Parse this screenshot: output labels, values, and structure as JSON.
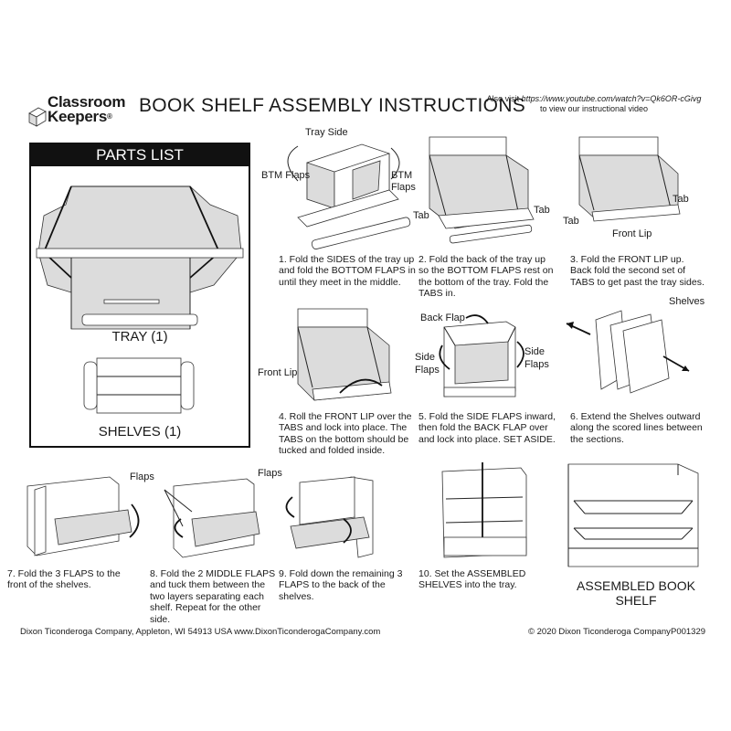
{
  "brand": {
    "line1": "Classroom",
    "line2": "Keepers",
    "mark": "®"
  },
  "title": "BOOK SHELF ASSEMBLY INSTRUCTIONS",
  "video": {
    "prefix": "Also visit",
    "url": "https://www.youtube.com/watch?v=Qk6OR-cGivg",
    "suffix": "to view our instructional video"
  },
  "parts_list": {
    "heading": "PARTS LIST",
    "tray": "TRAY (1)",
    "shelves": "SHELVES (1)"
  },
  "labels": {
    "tray_side": "Tray Side",
    "btm_flaps_left": "BTM Flaps",
    "btm_flaps_right": "BTM Flaps",
    "tab_1": "Tab",
    "tab_2": "Tab",
    "tab_3": "Tab",
    "tab_4": "Tab",
    "front_lip_3": "Front Lip",
    "front_lip_4": "Front Lip",
    "back_flap": "Back Flap",
    "side_flaps_left": "Side Flaps",
    "side_flaps_right": "Side Flaps",
    "shelves": "Shelves",
    "flaps_7": "Flaps",
    "flaps_9": "Flaps"
  },
  "steps": [
    "1. Fold the SIDES of the tray up and fold the BOTTOM FLAPS in until they meet in the middle.",
    "2. Fold the back of the tray up so the BOTTOM FLAPS rest on the bottom of the tray. Fold the TABS in.",
    "3. Fold the FRONT LIP up. Back fold the second set of TABS to get past the tray sides.",
    "4. Roll the FRONT LIP over the TABS and lock into place. The TABS on the bottom should be tucked and folded inside.",
    "5. Fold the SIDE FLAPS inward, then fold the BACK FLAP over and lock into place. SET ASIDE.",
    "6. Extend the Shelves outward along the scored lines between the sections.",
    "7. Fold the 3 FLAPS to the front of the shelves.",
    "8. Fold the 2 MIDDLE FLAPS and tuck them between the two layers separating each shelf. Repeat for the other side.",
    "9. Fold down the remaining 3 FLAPS to the back of the shelves.",
    "10. Set the ASSEMBLED SHELVES into the tray."
  ],
  "assembled": "ASSEMBLED BOOK SHELF",
  "footer": {
    "address": "Dixon Ticonderoga Company, Appleton, WI 54913 USA   www.DixonTiconderogaCompany.com",
    "copyright": "© 2020 Dixon Ticonderoga Company",
    "code": "P001329"
  }
}
